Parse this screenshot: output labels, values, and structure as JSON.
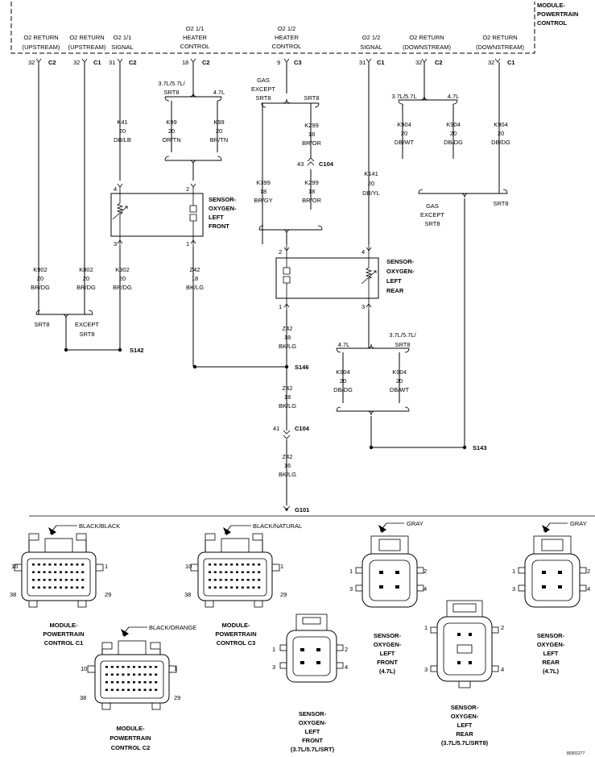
{
  "module": {
    "title_lines": [
      "MODULE-",
      "POWERTRAIN",
      "CONTROL"
    ],
    "pins": [
      {
        "label1": "O2 RETURN",
        "label2": "(UPSTREAM)",
        "pin": "32",
        "conn": "C2"
      },
      {
        "label1": "O2 RETURN",
        "label2": "(UPSTREAM)",
        "pin": "32",
        "conn": "C1"
      },
      {
        "label1": "O2 1/1",
        "label2": "SIGNAL",
        "pin": "31",
        "conn": "C2"
      },
      {
        "label1": "O2 1/1",
        "label2": "HEATER",
        "label3": "CONTROL",
        "pin": "18",
        "conn": "C2"
      },
      {
        "label1": "O2 1/2",
        "label2": "HEATER",
        "label3": "CONTROL",
        "pin": "9",
        "conn": "C3"
      },
      {
        "label1": "O2 1/2",
        "label2": "SIGNAL",
        "pin": "31",
        "conn": "C1"
      },
      {
        "label1": "O2 RETURN",
        "label2": "(DOWNSTREAM)",
        "pin": "32",
        "conn": "C2"
      },
      {
        "label1": "O2 RETURN",
        "label2": "(DOWNSTREAM)",
        "pin": "32",
        "conn": "C1"
      }
    ]
  },
  "wires": {
    "k41": [
      "K41",
      "20",
      "DB/LB"
    ],
    "k99_a": [
      "K99",
      "20",
      "OR/TN"
    ],
    "k99_b": [
      "K99",
      "20",
      "BR/TN"
    ],
    "k299_a": [
      "K299",
      "18",
      "BR/OR"
    ],
    "k299_b": [
      "K299",
      "18",
      "BR/OR"
    ],
    "k399": [
      "K399",
      "18",
      "BR/GY"
    ],
    "k141": [
      "K141",
      "20",
      "DB/YL"
    ],
    "k904_a": [
      "K904",
      "20",
      "DB/WT"
    ],
    "k904_b": [
      "K904",
      "20",
      "DB/DG"
    ],
    "k904_c": [
      "K904",
      "20",
      "DB/DG"
    ],
    "k902_a": [
      "K902",
      "20",
      "BR/DG"
    ],
    "k802": [
      "K802",
      "20",
      "BR/DG"
    ],
    "k902_b": [
      "K902",
      "20",
      "BR/DG"
    ],
    "z42_a": [
      "Z42",
      "18",
      "BK/LG"
    ],
    "z42_b": [
      "Z42",
      "18",
      "BK/LG"
    ],
    "z42_c": [
      "Z42",
      "18",
      "BK/LG"
    ],
    "z42_d": [
      "Z42",
      "16",
      "BK/LG"
    ],
    "k904_d": [
      "K904",
      "20",
      "DB/DG"
    ],
    "k904_e": [
      "K904",
      "20",
      "DB/WT"
    ]
  },
  "options": {
    "v37_57_srt8": [
      "3.7L/5.7L/",
      "SRT8"
    ],
    "v47": "4.7L",
    "gas_except_srt8": [
      "GAS",
      "EXCEPT",
      "SRT8"
    ],
    "srt8": "SRT8",
    "v37_57": "3.7L/5.7L",
    "except_srt8": [
      "EXCEPT",
      "SRT8"
    ]
  },
  "sensors": {
    "left_front": [
      "SENSOR-",
      "OXYGEN-",
      "LEFT",
      "FRONT"
    ],
    "left_rear": [
      "SENSOR-",
      "OXYGEN-",
      "LEFT",
      "REAR"
    ]
  },
  "splices": {
    "s142": "S142",
    "s146": "S146",
    "s143": "S143"
  },
  "connectors_inline": {
    "c104": "C104",
    "pin43": "43",
    "pin41": "41"
  },
  "ground": "G101",
  "sensor_pins": {
    "p1": "1",
    "p2": "2",
    "p3": "3",
    "p4": "4"
  },
  "connector_views": {
    "c1": {
      "color": "BLACK/BLACK",
      "name": [
        "MODULE-",
        "POWERTRAIN",
        "CONTROL C1"
      ],
      "pins": [
        "10",
        "1",
        "38",
        "29"
      ]
    },
    "c3": {
      "color": "BLACK/NATURAL",
      "name": [
        "MODULE-",
        "POWERTRAIN",
        "CONTROL C3"
      ],
      "pins": [
        "10",
        "1",
        "38",
        "29"
      ]
    },
    "c2": {
      "color": "BLACK/ORANGE",
      "name": [
        "MODULE-",
        "POWERTRAIN",
        "CONTROL C2"
      ],
      "pins": [
        "10",
        "1",
        "38",
        "29"
      ]
    },
    "s_front_47": {
      "color": "GRAY",
      "name": [
        "SENSOR-",
        "OXYGEN-",
        "LEFT",
        "FRONT",
        "(4.7L)"
      ]
    },
    "s_rear_47": {
      "color": "GRAY",
      "name": [
        "SENSOR-",
        "OXYGEN-",
        "LEFT",
        "REAR",
        "(4.7L)"
      ]
    },
    "s_front_37": {
      "name": [
        "SENSOR-",
        "OXYGEN-",
        "LEFT",
        "FRONT",
        "(3.7L/5.7L/SRT)"
      ]
    },
    "s_rear_37": {
      "name": [
        "SENSOR-",
        "OXYGEN-",
        "LEFT",
        "REAR",
        "(3.7L/5.7L/SRT8)"
      ]
    }
  },
  "figure_id": "80301277"
}
